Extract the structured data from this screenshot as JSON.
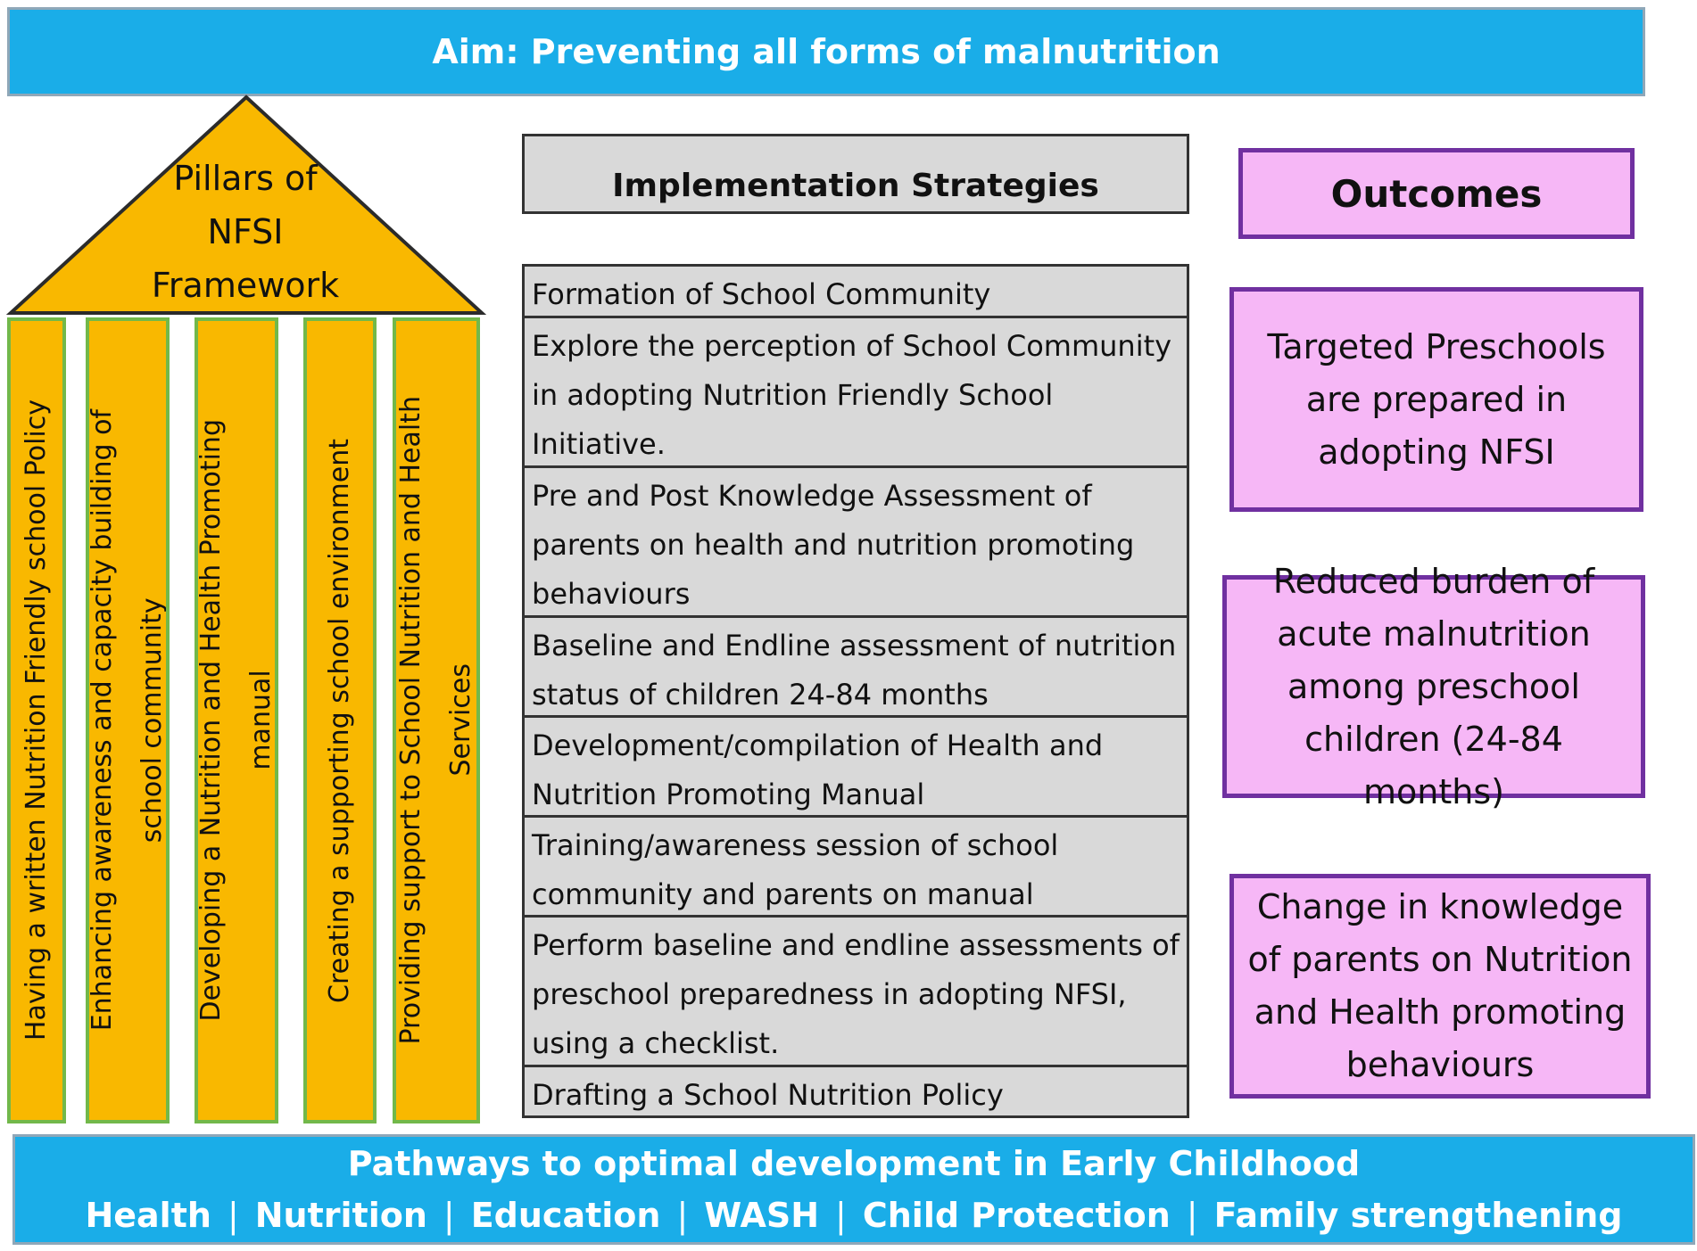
{
  "aim": "Aim: Preventing all forms of malnutrition",
  "framework": {
    "title_lines": [
      "Pillars of",
      "NFSI",
      "Framework"
    ],
    "pillars": [
      {
        "lines": [
          "Having a written Nutrition Friendly school Policy"
        ]
      },
      {
        "lines": [
          "Enhancing awareness and capacity building of",
          "school community"
        ]
      },
      {
        "lines": [
          "Developing a Nutrition and Health Promoting",
          "manual"
        ]
      },
      {
        "lines": [
          "Creating a supporting school environment"
        ]
      },
      {
        "lines": [
          "Providing support to School Nutrition and Health",
          "Services"
        ]
      }
    ],
    "colors": {
      "roof": "#F9B800",
      "pillar": "#F9B800",
      "pillar_border": "#72B84A"
    }
  },
  "strategies": {
    "header": "Implementation Strategies",
    "items": [
      "Formation of School Community",
      "Explore the perception of School Community in adopting Nutrition Friendly School Initiative.",
      "Pre and Post Knowledge Assessment of parents on health and nutrition promoting behaviours",
      "Baseline and Endline assessment of nutrition status of children 24-84 months",
      "Development/compilation of Health and Nutrition Promoting Manual",
      "Training/awareness session of school community and parents on manual",
      "Perform baseline and endline assessments of preschool preparedness in adopting NFSI, using a checklist.",
      "Drafting a School Nutrition Policy"
    ]
  },
  "outcomes": {
    "header": "Outcomes",
    "items": [
      "Targeted Preschools are prepared in adopting NFSI",
      "Reduced burden of acute malnutrition among preschool children (24-84 months)",
      "Change in knowledge of parents on Nutrition and Health promoting behaviours"
    ],
    "colors": {
      "fill": "#F6B7F6",
      "border": "#7030A0"
    }
  },
  "pathways": {
    "title": "Pathways to optimal development in Early Childhood",
    "domains": [
      "Health",
      "Nutrition",
      "Education",
      "WASH",
      "Child Protection",
      "Family strengthening"
    ],
    "separator": "|"
  },
  "colors": {
    "banner": "#1AADE8",
    "strategy_fill": "#D9D9D9"
  }
}
